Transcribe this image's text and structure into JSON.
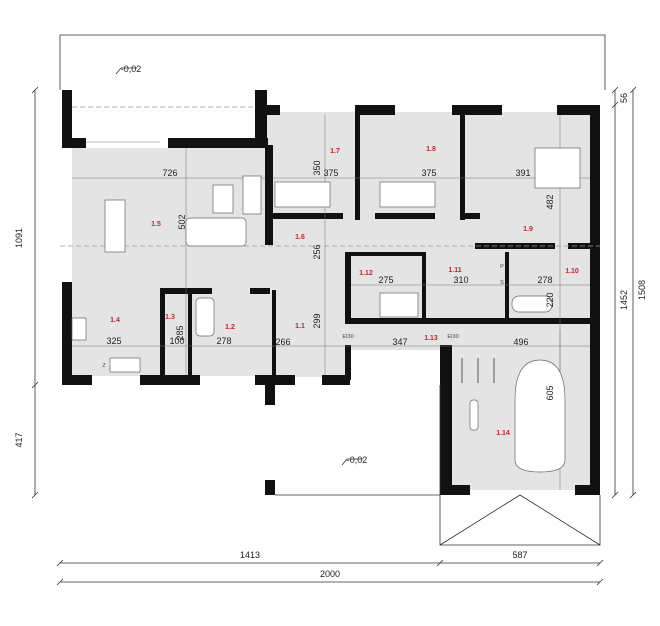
{
  "plan": {
    "colors": {
      "room_fill": "#e4e4e4",
      "walls": "#111111",
      "room_numbers": "#c0272d"
    },
    "rooms": {
      "r1_1": "1.1",
      "r1_2": "1.2",
      "r1_3": "1.3",
      "r1_4": "1.4",
      "r1_5": "1.5",
      "r1_6": "1.6",
      "r1_7": "1.7",
      "r1_8": "1.8",
      "r1_9": "1.9",
      "r1_10": "1.10",
      "r1_11": "1.11",
      "r1_12": "1.12",
      "r1_13": "1.13",
      "r1_14": "1.14"
    },
    "interior_dims": {
      "d726": "726",
      "d502": "502",
      "d375a": "375",
      "d350": "350",
      "d375b": "375",
      "d391": "391",
      "d482": "482",
      "d256": "256",
      "d275": "275",
      "d310": "310",
      "d278a": "278",
      "d220": "220",
      "d299": "299",
      "d266": "266",
      "d347": "347",
      "d496": "496",
      "d605": "605",
      "d325": "325",
      "d100": "100",
      "d285": "285",
      "d278b": "278"
    },
    "exterior_dims": {
      "left_upper": "1091",
      "left_lower": "417",
      "right_top": "56",
      "right_inner": "1452",
      "right_outer": "1508",
      "bottom_left": "1413",
      "bottom_right": "587",
      "bottom_total": "2000"
    },
    "levels": {
      "terrace": "-0,02",
      "entrance": "-0,02"
    },
    "door_marks": {
      "fire_door_1": "EI30",
      "fire_door_2": "EI30"
    },
    "fixture_marks": {
      "p": "P",
      "s": "S",
      "z": "Z"
    }
  }
}
